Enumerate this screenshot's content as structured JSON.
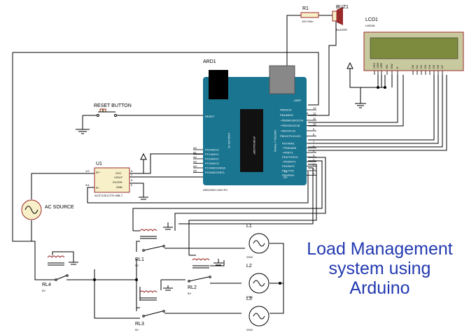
{
  "title": {
    "line1": "Load Management",
    "line2": "system using",
    "line3": "Arduino"
  },
  "arduino": {
    "ref": "ARD1",
    "model": "ARDUINO UNO R3",
    "chip_text": "ATMEGA328P",
    "analog_label": "ANALOG IN",
    "digital_label": "DIGITAL (~PWM)",
    "tx": "TX",
    "rx": "RX",
    "reset_pin": "RESET",
    "aref": "AREF",
    "analog_pins": [
      "A0",
      "A1",
      "A2",
      "A3",
      "A4",
      "A5"
    ],
    "analog_pin_names": [
      "PC0/ADC0",
      "PC1/ADC1",
      "PC2/ADC2",
      "PC3/ADC3",
      "PC4/ADC4/SDA",
      "PC5/ADC5/SCL"
    ],
    "digital_pins_top": [
      "13",
      "12",
      "11",
      "10",
      "9",
      "8"
    ],
    "digital_names_top": [
      "PB5/SCK",
      "PB4/MISO",
      "~PB3/MOSI/OC2A",
      "~PB2/SS/OC1B",
      "~PB1/OC1A",
      "PB0/ICP1/CLKO"
    ],
    "digital_pins_bottom": [
      "7",
      "6",
      "5",
      "4",
      "3",
      "2",
      "1",
      "0"
    ],
    "digital_names_bottom": [
      "PD7/AIN1",
      "~PD6/AIN0",
      "~PD5/T1",
      "PD4/T0/XCK",
      "~PD3/INT1",
      "PD2/INT0",
      "PD1/TXD",
      "PD0/RXD"
    ]
  },
  "lcd": {
    "ref": "LCD1",
    "model": "LM016L",
    "pins": [
      "VSS",
      "VDD",
      "VEE",
      "RS",
      "RW",
      "E",
      "D0",
      "D1",
      "D2",
      "D3",
      "D4",
      "D5",
      "D6",
      "D7"
    ]
  },
  "r1": {
    "ref": "R1",
    "value": "100 Ohm"
  },
  "buzzer": {
    "ref": "BUZ1",
    "label": "BUZZER"
  },
  "reset_button": {
    "label": "RESET BUTTON"
  },
  "sensor": {
    "ref": "U1",
    "model": "ACS712ELCTR-05B-T",
    "pins_left": [
      "IP+",
      "IP-"
    ],
    "pin_nums_left": [
      "1/2",
      "3/4"
    ],
    "pins_right": [
      "VCC",
      "VIOUT",
      "FILTER",
      "GND"
    ],
    "pin_nums_right": [
      "8",
      "7",
      "6",
      "5"
    ]
  },
  "ac_source": {
    "label": "AC SOURCE"
  },
  "relays": [
    {
      "ref": "RL1",
      "value": "5V"
    },
    {
      "ref": "RL2",
      "value": "5V"
    },
    {
      "ref": "RL3",
      "value": "5V"
    },
    {
      "ref": "RL4",
      "value": "5V"
    }
  ],
  "lamps": [
    {
      "ref": "L1",
      "value": "230V"
    },
    {
      "ref": "L2",
      "value": "230V"
    },
    {
      "ref": "L3",
      "value": "230V"
    }
  ],
  "colors": {
    "wire": "#000000",
    "component_outline": "#9b2a2a",
    "component_fill": "#f7f0c8",
    "arduino_board": "#1a7591",
    "lcd_screen": "#7d8b3e",
    "lcd_body": "#c9c9a0",
    "title": "#2239b0"
  }
}
